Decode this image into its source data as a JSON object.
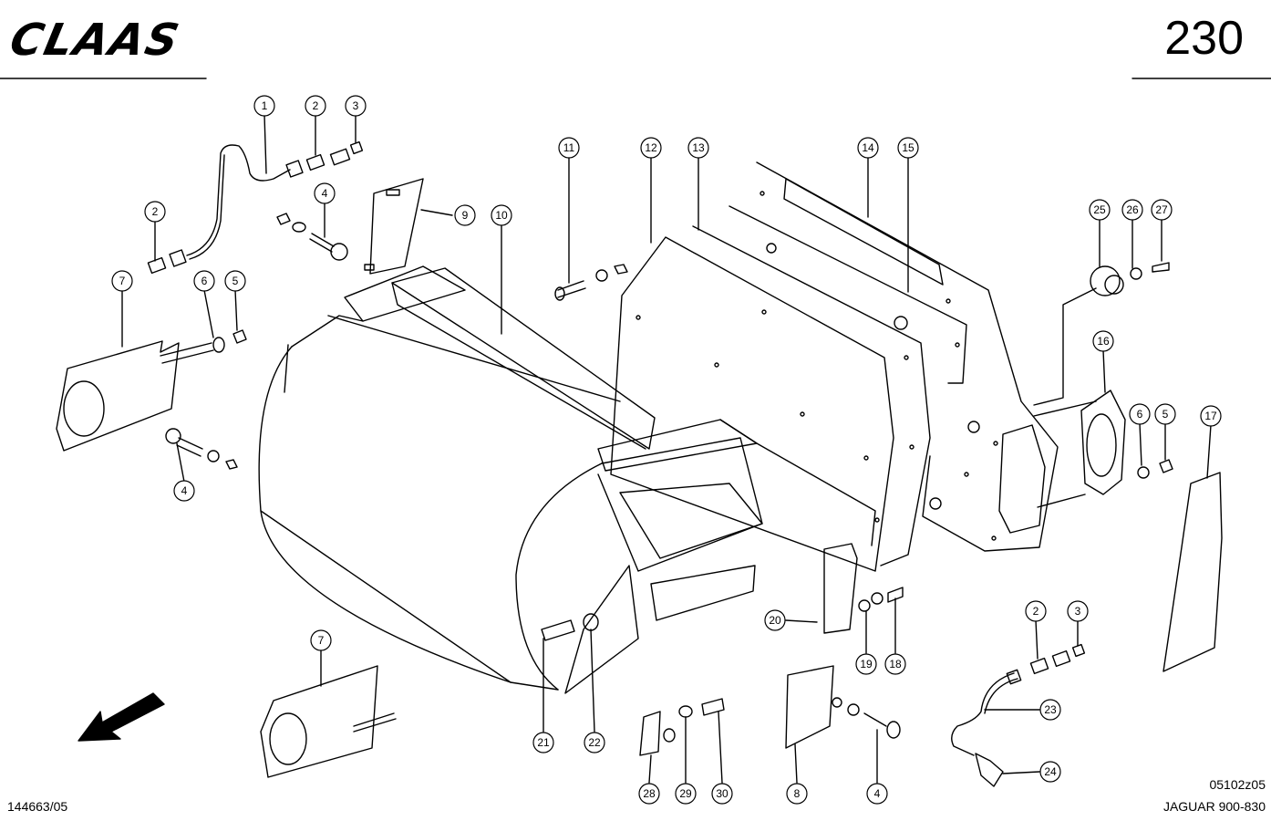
{
  "header": {
    "brand": "CLAAS",
    "page_number": "230"
  },
  "footer": {
    "doc_id": "144663/05",
    "drawing_code": "05102z05",
    "model": "JAGUAR 900-830"
  },
  "callouts": [
    {
      "n": "1"
    },
    {
      "n": "2"
    },
    {
      "n": "3"
    },
    {
      "n": "2"
    },
    {
      "n": "4"
    },
    {
      "n": "9"
    },
    {
      "n": "10"
    },
    {
      "n": "11"
    },
    {
      "n": "12"
    },
    {
      "n": "13"
    },
    {
      "n": "14"
    },
    {
      "n": "15"
    },
    {
      "n": "25"
    },
    {
      "n": "26"
    },
    {
      "n": "27"
    },
    {
      "n": "7"
    },
    {
      "n": "6"
    },
    {
      "n": "5"
    },
    {
      "n": "16"
    },
    {
      "n": "6"
    },
    {
      "n": "5"
    },
    {
      "n": "17"
    },
    {
      "n": "4"
    },
    {
      "n": "20"
    },
    {
      "n": "19"
    },
    {
      "n": "18"
    },
    {
      "n": "2"
    },
    {
      "n": "3"
    },
    {
      "n": "7"
    },
    {
      "n": "23"
    },
    {
      "n": "21"
    },
    {
      "n": "22"
    },
    {
      "n": "24"
    },
    {
      "n": "28"
    },
    {
      "n": "29"
    },
    {
      "n": "30"
    },
    {
      "n": "8"
    },
    {
      "n": "4"
    }
  ]
}
